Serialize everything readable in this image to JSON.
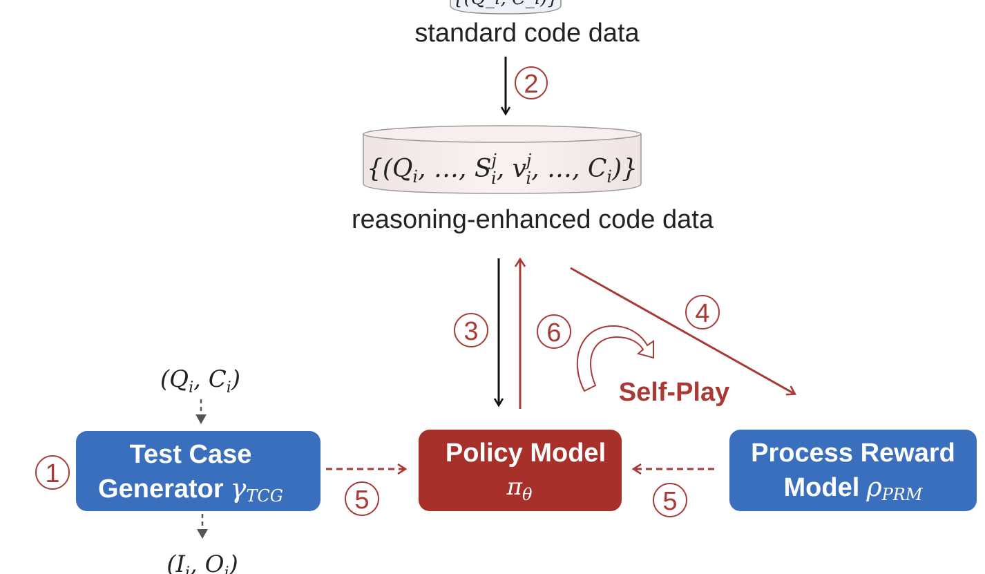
{
  "colors": {
    "blue_node": "#3a6fbd",
    "red_node": "#a8302a",
    "red_accent": "#a83a36",
    "black": "#111111",
    "gray_arrow": "#555555",
    "cylinder_fill": "#f7ecec",
    "cylinder_top_fill": "#e9eef7"
  },
  "datasets": {
    "standard": {
      "formula_partial": "{(Q_i, C_i)}",
      "label": "standard code data"
    },
    "reasoning": {
      "formula": "{(Q",
      "formula_sub_i": "i",
      "formula_mid": ", …, S",
      "formula_sup_j": "j",
      "formula_mid2": ", v",
      "formula_end": ", …, C",
      "formula_close": ")}",
      "label": "reasoning-enhanced code data"
    }
  },
  "nodes": {
    "tcg": {
      "title_line1": "Test Case",
      "title_line2": "Generator",
      "symbol": "γ",
      "symbol_sub": "TCG"
    },
    "policy": {
      "title_line1": "Policy Model",
      "symbol": "π",
      "symbol_sub": "θ"
    },
    "prm": {
      "title_line1": "Process Reward",
      "title_line2": "Model",
      "symbol": "ρ",
      "symbol_sub": "PRM"
    }
  },
  "io": {
    "input": {
      "open": "(Q",
      "sub1": "i",
      "mid": ", C",
      "sub2": "i",
      "close": ")"
    },
    "output": {
      "open": "(I",
      "sub1": "i",
      "mid": ", O",
      "sub2": "i",
      "close": ")"
    }
  },
  "steps": {
    "s1": "①",
    "s2": "②",
    "s3": "③",
    "s4": "④",
    "s5a": "⑤",
    "s5b": "⑤",
    "s6": "⑥"
  },
  "self_play_label": "Self-Play"
}
